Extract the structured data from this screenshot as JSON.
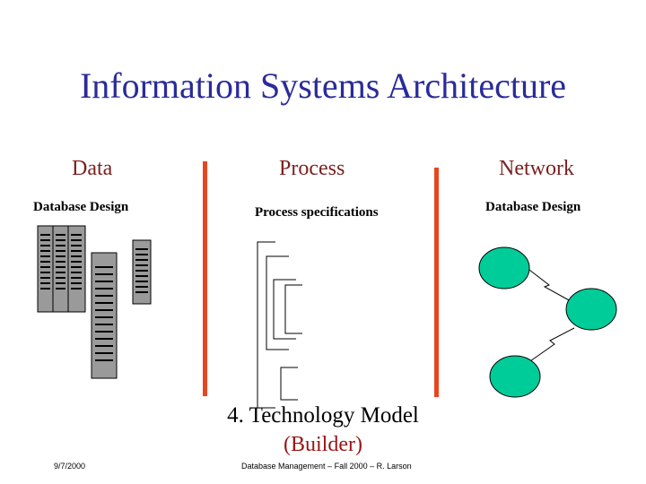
{
  "slide": {
    "title": "Information Systems Architecture",
    "columns": {
      "data": {
        "heading": "Data",
        "subheading": "Database Design"
      },
      "process": {
        "heading": "Process",
        "subheading": "Process specifications"
      },
      "network": {
        "heading": "Network",
        "subheading": "Database Design"
      }
    },
    "model_title": "4. Technology Model",
    "model_subtitle": "(Builder)",
    "footer": {
      "date": "9/7/2000",
      "course": "Database Management – Fall 2000 – R. Larson"
    }
  },
  "colors": {
    "title": "#2b2b9a",
    "column_heading": "#7a1f1f",
    "divider": "#e8461e",
    "node_fill": "#00cc99",
    "subtitle": "#9a1414"
  }
}
